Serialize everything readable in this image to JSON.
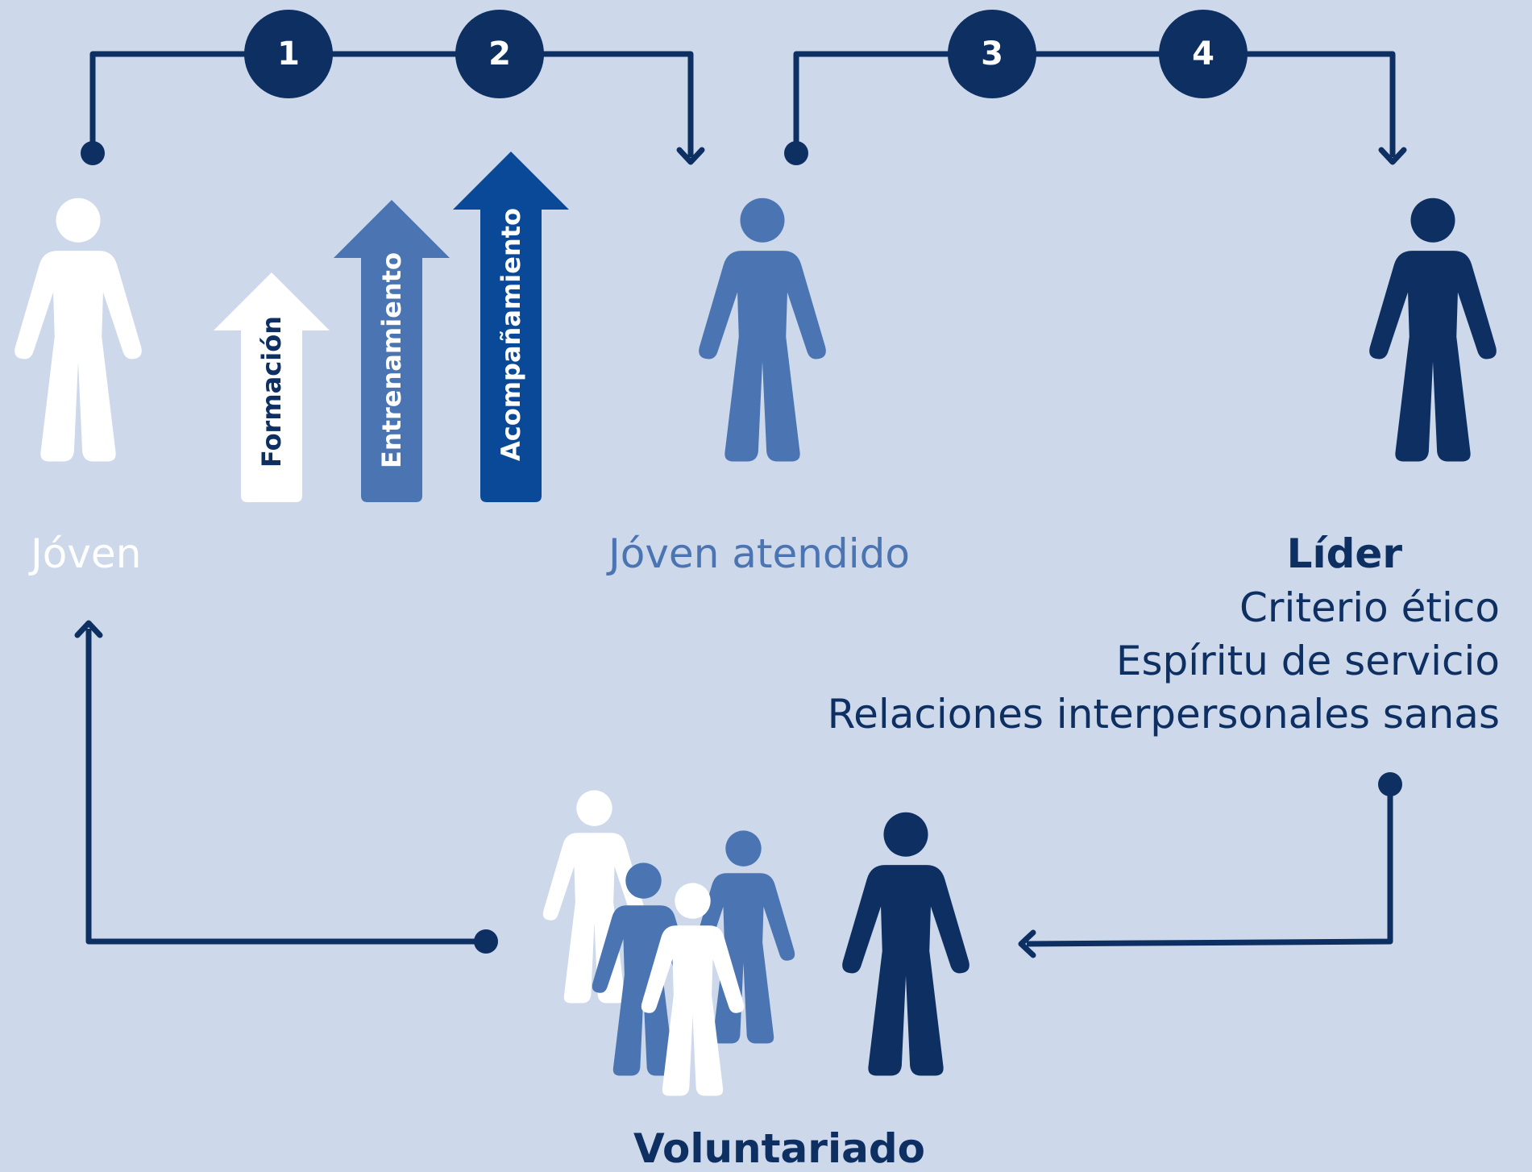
{
  "colors": {
    "background": "#cdd8ea",
    "navy": "#0d2f62",
    "mid_blue": "#4a74b2",
    "royal_blue": "#0a4998",
    "white": "#ffffff"
  },
  "steps": [
    "1",
    "2",
    "3",
    "4"
  ],
  "arrows": [
    {
      "label": "Formación",
      "color": "white"
    },
    {
      "label": "Entrenamiento",
      "color": "mid_blue"
    },
    {
      "label": "Acompañamiento",
      "color": "royal_blue"
    }
  ],
  "nodes": {
    "joven": {
      "label": "Jóven",
      "icon": "person-icon",
      "color": "white"
    },
    "joven_atendido": {
      "label": "Jóven atendido",
      "icon": "person-icon",
      "color": "mid_blue"
    },
    "lider": {
      "label": "Líder",
      "icon": "person-icon",
      "color": "navy",
      "traits": [
        "Criterio ético",
        "Espíritu de servicio",
        "Relaciones interpersonales sanas"
      ]
    },
    "voluntariado": {
      "label": "Voluntariado",
      "icon": "group-icon",
      "color": "navy"
    }
  }
}
